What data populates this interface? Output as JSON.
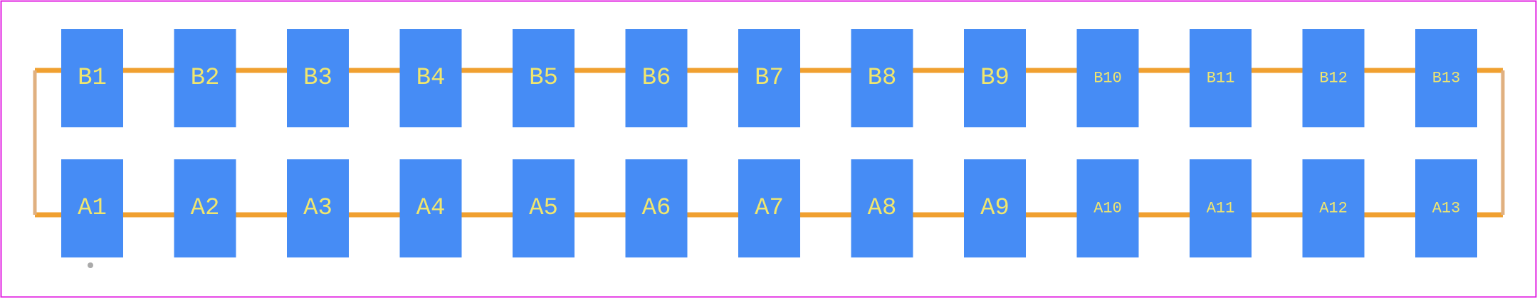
{
  "footprint": {
    "colors": {
      "background": "#ffffff",
      "board_outline": "#e020e0",
      "silkscreen": "#f0a030",
      "silkscreen_side": "#e0b080",
      "pad": "#468cf5",
      "pad_label": "#f0e66e",
      "pin1_marker": "#aaaaaa"
    },
    "rows": [
      {
        "name": "B",
        "pads": [
          "B1",
          "B2",
          "B3",
          "B4",
          "B5",
          "B6",
          "B7",
          "B8",
          "B9",
          "B10",
          "B11",
          "B12",
          "B13"
        ]
      },
      {
        "name": "A",
        "pads": [
          "A1",
          "A2",
          "A3",
          "A4",
          "A5",
          "A6",
          "A7",
          "A8",
          "A9",
          "A10",
          "A11",
          "A12",
          "A13"
        ]
      }
    ]
  }
}
